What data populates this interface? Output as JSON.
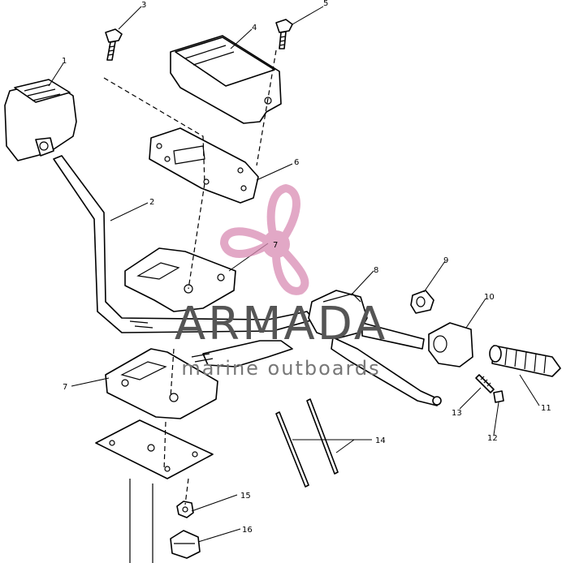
{
  "watermark": {
    "brand": "ARMADA",
    "tagline": "marine outboards",
    "color": "#d98cb3"
  },
  "callouts": [
    {
      "id": "c1",
      "label": "1"
    },
    {
      "id": "c2",
      "label": "2"
    },
    {
      "id": "c3",
      "label": "3"
    },
    {
      "id": "c4",
      "label": "4"
    },
    {
      "id": "c5",
      "label": "5"
    },
    {
      "id": "c6",
      "label": "6"
    },
    {
      "id": "c7a",
      "label": "7"
    },
    {
      "id": "c7b",
      "label": "7"
    },
    {
      "id": "c8",
      "label": "8"
    },
    {
      "id": "c9",
      "label": "9"
    },
    {
      "id": "c10",
      "label": "10"
    },
    {
      "id": "c11",
      "label": "11"
    },
    {
      "id": "c12",
      "label": "12"
    },
    {
      "id": "c13",
      "label": "13"
    },
    {
      "id": "c14",
      "label": "14"
    },
    {
      "id": "c15",
      "label": "15"
    },
    {
      "id": "c16",
      "label": "16"
    }
  ]
}
